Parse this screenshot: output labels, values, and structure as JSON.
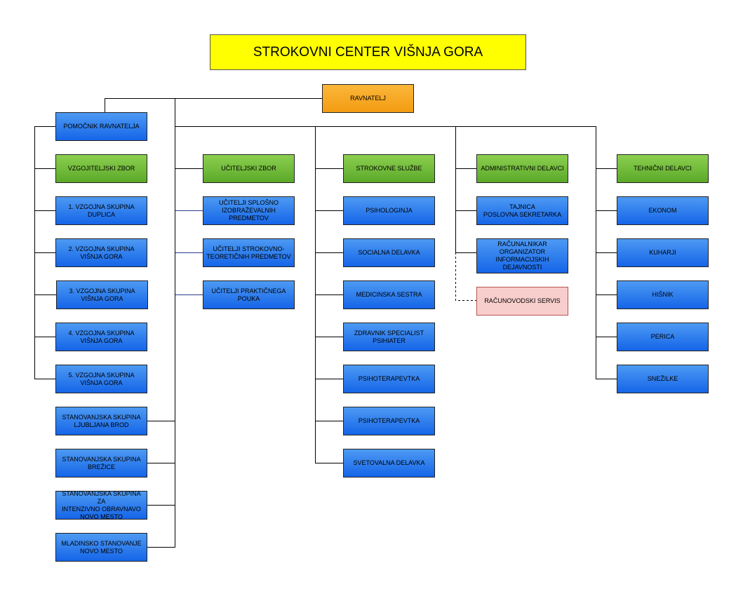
{
  "title": "STROKOVNI CENTER VIŠNJA GORA",
  "director": "RAVNATELJ",
  "assistant": "POMOČNIK RAVNATELJA",
  "col1": {
    "head": "VZGOJITELJSKI ZBOR",
    "items": [
      "1. VZGOJNA SKUPINA\nDUPLICA",
      "2. VZGOJNA SKUPINA\nVIŠNJA GORA",
      "3. VZGOJNA SKUPINA\nVIŠNJA GORA",
      "4. VZGOJNA SKUPINA\nVIŠNJA GORA",
      "5. VZGOJNA SKUPINA\nVIŠNJA GORA"
    ],
    "housing": [
      "STANOVANJSKA SKUPINA\nLJUBLJANA BROD",
      "STANOVANJSKA SKUPINA\nBREŽICE",
      "STANOVANJSKA SKUPINA ZA\nINTENZIVNO OBRAVNAVO\nNOVO MESTO",
      "MLADINSKO STANOVANJE\nNOVO MESTO"
    ]
  },
  "col2": {
    "head": "UČITELJSKI ZBOR",
    "items": [
      "UČITELJI SPLOŠNO\nIZOBRAŽEVALNIH\nPREDMETOV",
      "UČITELJI STROKOVNO-\nTEORETIČNIH PREDMETOV",
      "UČITELJI PRAKTIČNEGA\nPOUKA"
    ]
  },
  "col3": {
    "head": "STROKOVNE SLUŽBE",
    "items": [
      "PSIHOLOGINJA",
      "SOCIALNA DELAVKA",
      "MEDICINSKA SESTRA",
      "ZDRAVNIK SPECIALIST\nPSIHIATER",
      "PSIHOTERAPEVTKA",
      "PSIHOTERAPEVTKA",
      "SVETOVALNA DELAVKA"
    ]
  },
  "col4": {
    "head": "ADMINISTRATIVNI  DELAVCI",
    "items": [
      "TAJNICA\nPOSLOVNA SEKRETARKA",
      "RAČUNALNIKAR\nORGANIZATOR\nINFORMACIJSKIH\nDEJAVNOSTI"
    ],
    "external": "RAČUNOVODSKI SERVIS"
  },
  "col5": {
    "head": "TEHNIČNI DELAVCI",
    "items": [
      "EKONOM",
      "KUHARJI",
      "HIŠNIK",
      "PERICA",
      "SNEŽILKE"
    ]
  },
  "colors": {
    "title_fill": "#ffff00",
    "director_fill": "#f5a623",
    "unit_fill": "#2f7ff0",
    "group_fill": "#6fba3c",
    "external_fill": "#f8cecc"
  }
}
